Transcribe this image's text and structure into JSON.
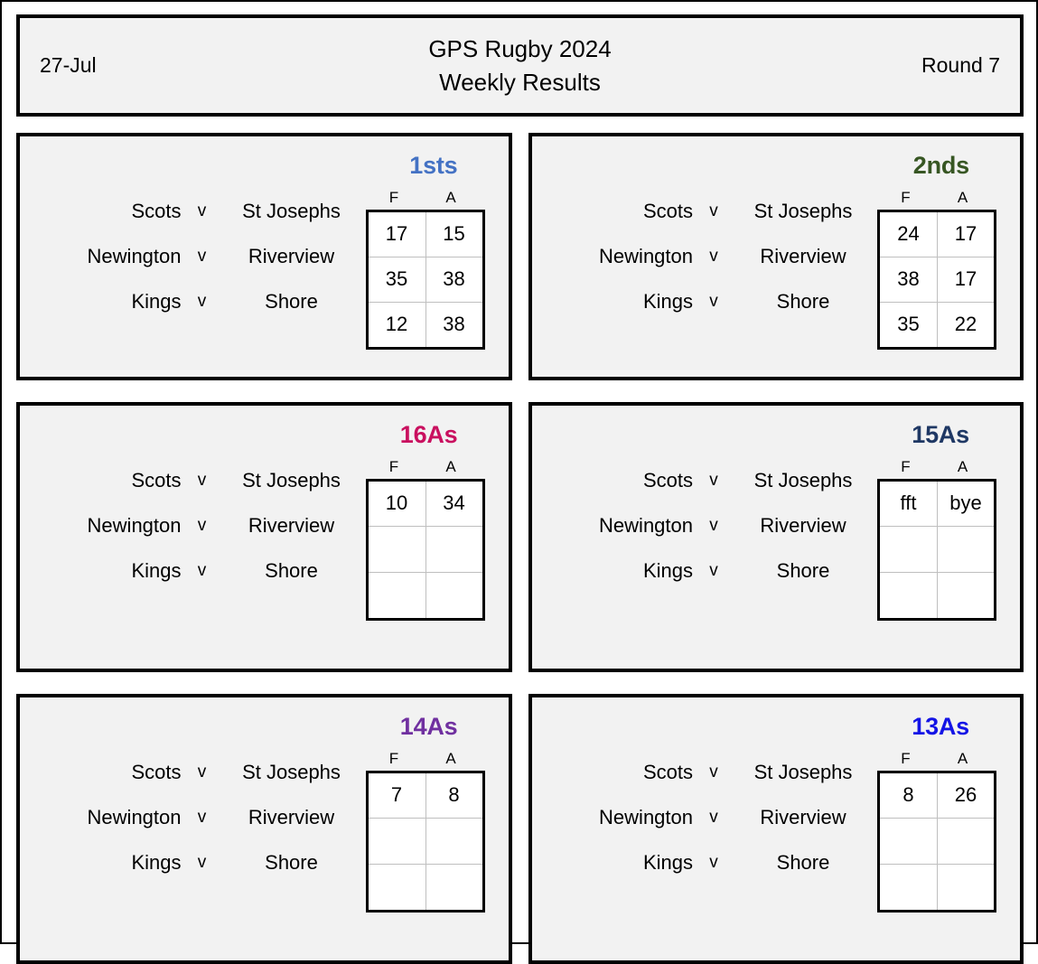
{
  "header": {
    "date": "27-Jul",
    "title_main": "GPS Rugby 2024",
    "title_sub": "Weekly Results",
    "round": "Round 7"
  },
  "score_columns": {
    "for": "F",
    "against": "A"
  },
  "versus_label": "v",
  "grades": [
    {
      "name": "1sts",
      "color": "#4472C4",
      "size": "a",
      "fixtures": [
        {
          "home": "Scots",
          "away": "St Josephs",
          "f": "17",
          "a": "15"
        },
        {
          "home": "Newington",
          "away": "Riverview",
          "f": "35",
          "a": "38"
        },
        {
          "home": "Kings",
          "away": "Shore",
          "f": "12",
          "a": "38"
        }
      ]
    },
    {
      "name": "2nds",
      "color": "#375623",
      "size": "a",
      "fixtures": [
        {
          "home": "Scots",
          "away": "St Josephs",
          "f": "24",
          "a": "17"
        },
        {
          "home": "Newington",
          "away": "Riverview",
          "f": "38",
          "a": "17"
        },
        {
          "home": "Kings",
          "away": "Shore",
          "f": "35",
          "a": "22"
        }
      ]
    },
    {
      "name": "16As",
      "color": "#C9105F",
      "size": "b",
      "fixtures": [
        {
          "home": "Scots",
          "away": "St Josephs",
          "f": "10",
          "a": "34"
        },
        {
          "home": "Newington",
          "away": "Riverview",
          "f": "",
          "a": ""
        },
        {
          "home": "Kings",
          "away": "Shore",
          "f": "",
          "a": ""
        }
      ]
    },
    {
      "name": "15As",
      "color": "#1F3864",
      "size": "b",
      "fixtures": [
        {
          "home": "Scots",
          "away": "St Josephs",
          "f": "fft",
          "a": "bye"
        },
        {
          "home": "Newington",
          "away": "Riverview",
          "f": "",
          "a": ""
        },
        {
          "home": "Kings",
          "away": "Shore",
          "f": "",
          "a": ""
        }
      ]
    },
    {
      "name": "14As",
      "color": "#7030A0",
      "size": "b",
      "fixtures": [
        {
          "home": "Scots",
          "away": "St Josephs",
          "f": "7",
          "a": "8"
        },
        {
          "home": "Newington",
          "away": "Riverview",
          "f": "",
          "a": ""
        },
        {
          "home": "Kings",
          "away": "Shore",
          "f": "",
          "a": ""
        }
      ]
    },
    {
      "name": "13As",
      "color": "#1414E6",
      "size": "b",
      "fixtures": [
        {
          "home": "Scots",
          "away": "St Josephs",
          "f": "8",
          "a": "26"
        },
        {
          "home": "Newington",
          "away": "Riverview",
          "f": "",
          "a": ""
        },
        {
          "home": "Kings",
          "away": "Shore",
          "f": "",
          "a": ""
        }
      ]
    }
  ]
}
